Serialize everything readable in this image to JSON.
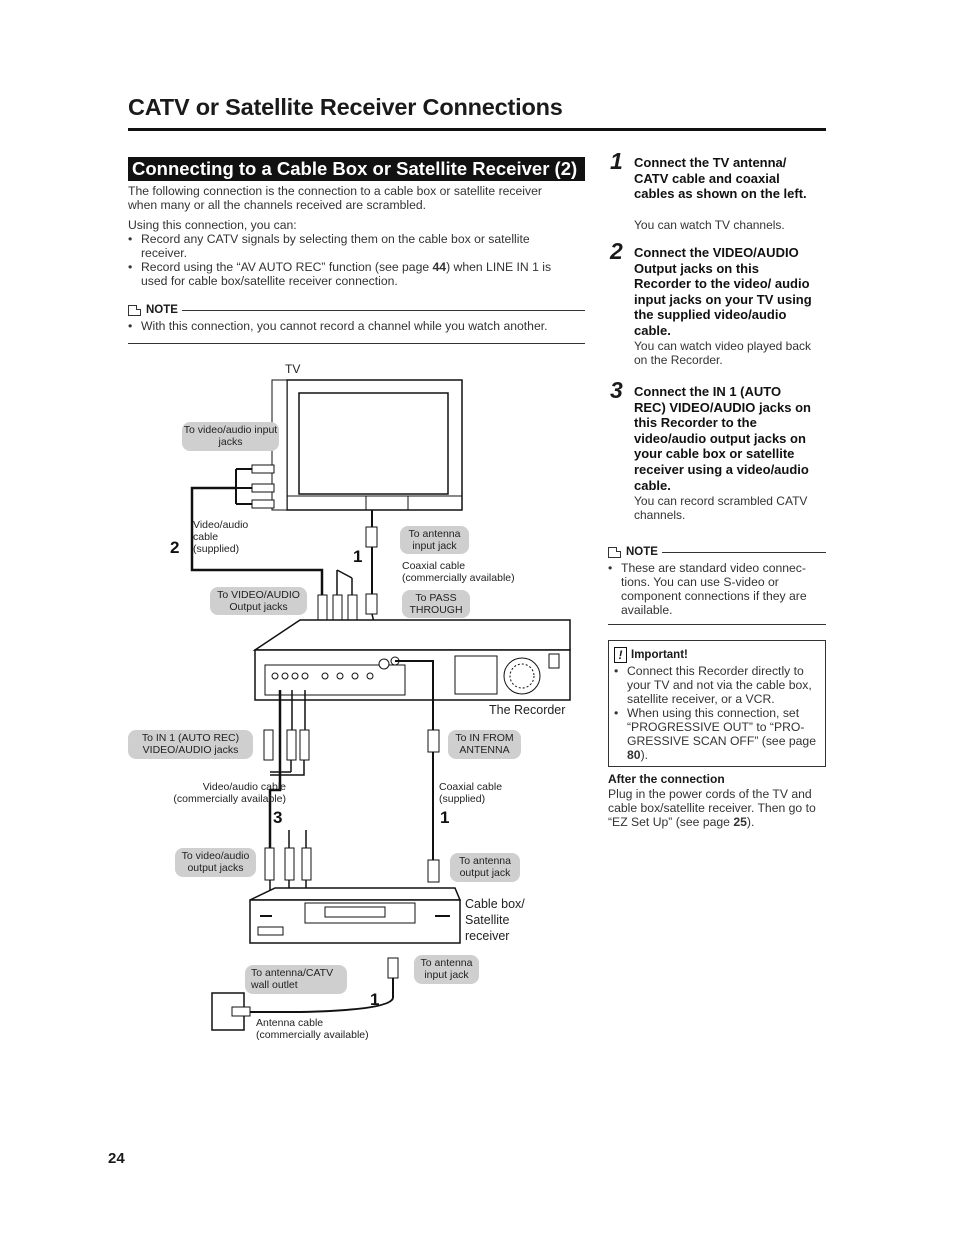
{
  "title": "CATV or Satellite Receiver Connections",
  "section_heading": "Connecting to a Cable Box or Satellite Receiver (2)",
  "intro": "The following connection is the connection to a cable box or satellite receiver when many or all the channels received are scrambled.",
  "using_text": "Using this connection, you can:",
  "bullets": [
    "Record any CATV signals by selecting them on the cable box or satellite receiver.",
    {
      "before": "Record using the “AV AUTO REC” function (see page ",
      "page": "44",
      "after": ") when LINE IN 1 is used for cable box/satellite receiver connection."
    }
  ],
  "note_label": "NOTE",
  "note_left": "With this connection, you cannot record a channel while you watch another.",
  "steps": [
    {
      "num": "1",
      "title": "Connect the TV antenna/ CATV cable and coaxial cables as shown on the left.",
      "desc": "You can watch TV channels."
    },
    {
      "num": "2",
      "title": "Connect the VIDEO/AUDIO Output jacks on this Recorder to the video/ audio input jacks on your TV using the supplied video/audio cable.",
      "desc": "You can watch video played back on the Recorder."
    },
    {
      "num": "3",
      "title": "Connect the IN 1 (AUTO REC) VIDEO/AUDIO jacks on this Recorder to the video/audio output jacks on your cable box or satellite receiver using a video/audio cable.",
      "desc": "You can record scrambled CATV channels."
    }
  ],
  "note_right": "These are standard video connec- tions. You can use S-video or component connections if they are available.",
  "important": {
    "label": "Important!",
    "items": [
      "Connect this Recorder directly to your TV and not via the cable box, satellite receiver, or a VCR.",
      {
        "before": "When using this connection, set “PROGRESSIVE OUT” to “PRO- GRESSIVE SCAN OFF” (see page ",
        "page": "80",
        "after": ")."
      }
    ]
  },
  "after": {
    "heading": "After the connection",
    "before": "Plug in the power cords of the TV and cable box/satellite receiver. Then go to “EZ Set Up” (see page ",
    "page": "25",
    "after": ")."
  },
  "diagram": {
    "tv_label": "TV",
    "recorder_label": "The Recorder",
    "cablebox_label": "Cable box/ Satellite receiver",
    "callouts": {
      "tv_input": "To video/audio input jacks",
      "tv_antenna": "To antenna input jack",
      "rec_output": "To VIDEO/AUDIO Output jacks",
      "pass_through": "To PASS THROUGH",
      "in1": "To IN 1 (AUTO REC) VIDEO/AUDIO jacks",
      "in_from_antenna": "To IN FROM ANTENNA",
      "box_output": "To video/audio output jacks",
      "box_ant_out": "To antenna output jack",
      "wall_outlet": "To antenna/CATV wall outlet",
      "box_ant_in": "To antenna input jack"
    },
    "labels": {
      "av_cable_supplied": "Video/audio cable (supplied)",
      "coax_commercial": "Coaxial cable (commercially available)",
      "av_cable_commercial": "Video/audio cable (commercially available)",
      "coax_supplied": "Coaxial cable (supplied)",
      "antenna_cable": "Antenna cable (commercially available)"
    },
    "numbers": [
      "2",
      "1",
      "3",
      "1",
      "1"
    ]
  },
  "page_number": "24"
}
